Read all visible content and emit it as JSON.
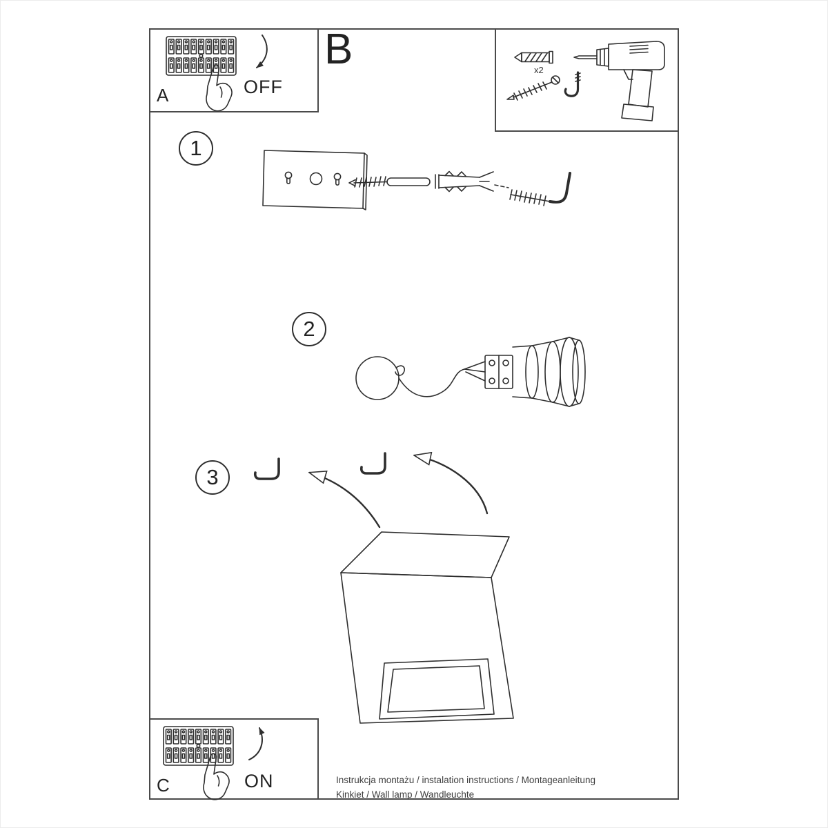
{
  "sheet": {
    "section_a_label": "A",
    "section_a_state": "OFF",
    "section_b_label": "B",
    "tools_qty_label": "x2",
    "section_c_label": "C",
    "section_c_state": "ON",
    "steps": {
      "s1": "1",
      "s2": "2",
      "s3": "3"
    },
    "footer": {
      "line1": "Instrukcja montażu / instalation instructions / Montageanleitung",
      "line2": "Kinkiet / Wall lamp / Wandleuchte"
    }
  }
}
